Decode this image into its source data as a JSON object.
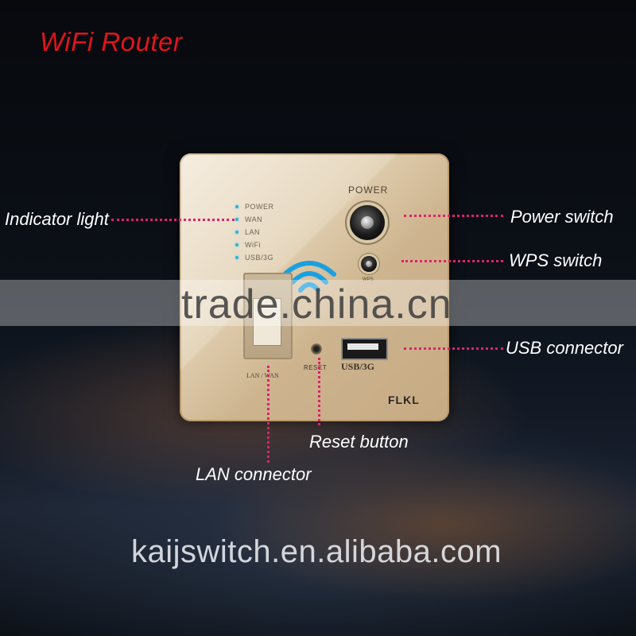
{
  "title": "WiFi Router",
  "labels": {
    "indicator_light": "Indicator light",
    "power_switch": "Power switch",
    "wps_switch": "WPS switch",
    "usb_connector": "USB connector",
    "reset_button": "Reset button",
    "lan_connector": "LAN connector"
  },
  "device": {
    "indicators": [
      "POWER",
      "WAN",
      "LAN",
      "WiFi",
      "USB/3G"
    ],
    "power_text": "POWER",
    "wps_text": "WPS",
    "lan_text": "LAN / WAN",
    "reset_text": "RESET",
    "usb_text": "USB/3G",
    "brand": "FLKL"
  },
  "watermark": "trade.china.cn",
  "site": "kaijswitch.en.alibaba.com",
  "colors": {
    "title": "#e0141c",
    "leader_dots": "#e0206a",
    "indicator_led": "#2fb0d8",
    "wifi_icon": "#1aa0e0"
  }
}
